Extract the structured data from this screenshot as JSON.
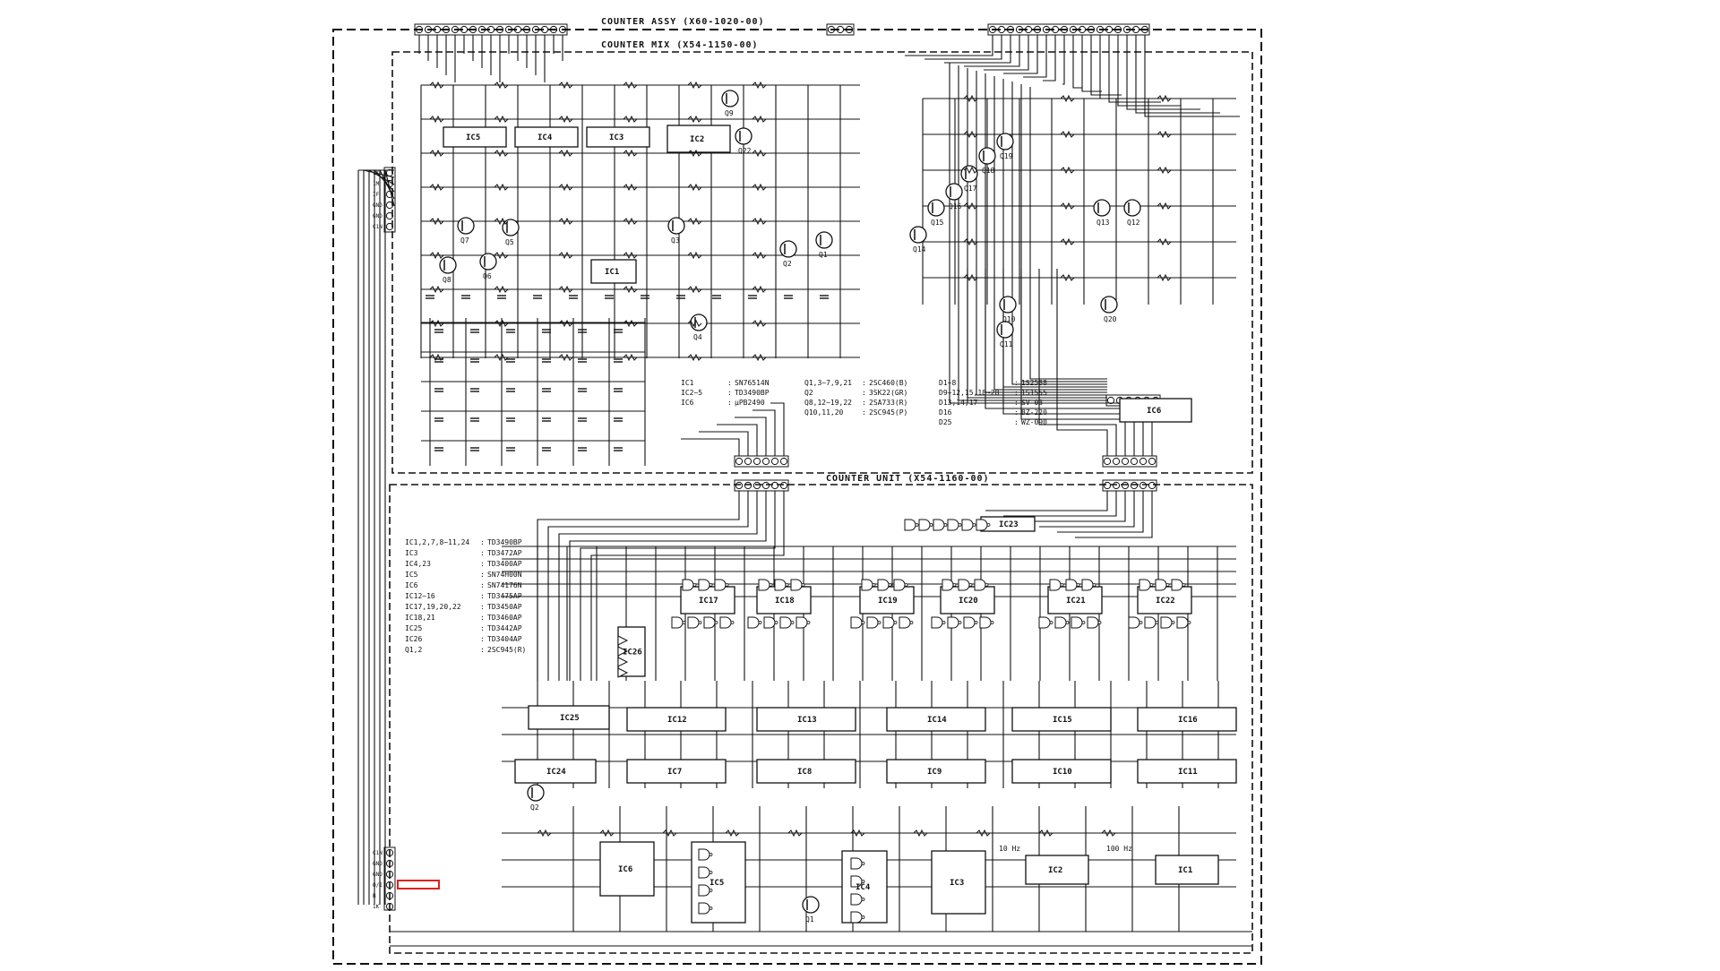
{
  "title_assy": "COUNTER ASSY (X60-1020-00)",
  "title_mix": "COUNTER MIX (X54-1150-00)",
  "title_unit": "COUNTER UNIT (X54-1160-00)",
  "mix_parts": [
    [
      "IC1",
      "SN76514N"
    ],
    [
      "IC2~5",
      "TD3490BP"
    ],
    [
      "IC6",
      "µPB2490"
    ],
    [
      "Q1,3~7,9,21",
      "2SC460(B)"
    ],
    [
      "Q2",
      "3SK22(GR)"
    ],
    [
      "Q8,12~19,22",
      "2SA733(R)"
    ],
    [
      "Q10,11,20",
      "2SC945(P)"
    ],
    [
      "D1~8",
      "1S2588"
    ],
    [
      "D9~12,15,18~28",
      "1S1555"
    ],
    [
      "D13,14,17",
      "SV-03"
    ],
    [
      "D16",
      "BZ-220"
    ],
    [
      "D25",
      "WZ-090"
    ]
  ],
  "unit_parts": [
    [
      "IC1,2,7,8~11,24",
      "TD3490BP"
    ],
    [
      "IC3",
      "TD3472AP"
    ],
    [
      "IC4,23",
      "TD3400AP"
    ],
    [
      "IC5",
      "SN74H00N"
    ],
    [
      "IC6",
      "SN74176N"
    ],
    [
      "IC12~16",
      "TD3475AP"
    ],
    [
      "IC17,19,20,22",
      "TD3450AP"
    ],
    [
      "IC18,21",
      "TD3460AP"
    ],
    [
      "IC25",
      "TD3442AP"
    ],
    [
      "IC26",
      "TD3404AP"
    ],
    [
      "Q1,2",
      "2SC945(R)"
    ]
  ],
  "ic_labels_mix": [
    "IC5",
    "IC4",
    "IC3",
    "IC2",
    "IC1",
    "IC6"
  ],
  "ic_labels_unit": [
    "IC23",
    "IC17",
    "IC18",
    "IC19",
    "IC20",
    "IC21",
    "IC22",
    "IC26",
    "IC25",
    "IC12",
    "IC13",
    "IC14",
    "IC15",
    "IC16",
    "IC24",
    "IC7",
    "IC8",
    "IC9",
    "IC10",
    "IC11",
    "IC6",
    "IC5",
    "IC4",
    "IC3",
    "IC2",
    "IC1"
  ],
  "transistors_mix": [
    "Q8",
    "Q7",
    "Q6",
    "Q5",
    "Q4",
    "Q3",
    "Q2",
    "Q1",
    "Q9",
    "Q14",
    "Q15",
    "Q16",
    "Q17",
    "Q18",
    "Q19",
    "Q12",
    "Q13",
    "Q10",
    "Q11",
    "Q20",
    "Q22"
  ],
  "transistors_unit": [
    "Q2",
    "Q1"
  ],
  "connector_labels": [
    "1K",
    "1M",
    "IF",
    "GND",
    "GND",
    "C1N",
    "C1N",
    "GND",
    "GND",
    "O/I",
    "B",
    "1K"
  ],
  "freq_labels": [
    "10 Hz",
    "100 Hz"
  ],
  "colors": {
    "ink": "#111111",
    "highlight": "#e02020",
    "paper": "#ffffff"
  }
}
